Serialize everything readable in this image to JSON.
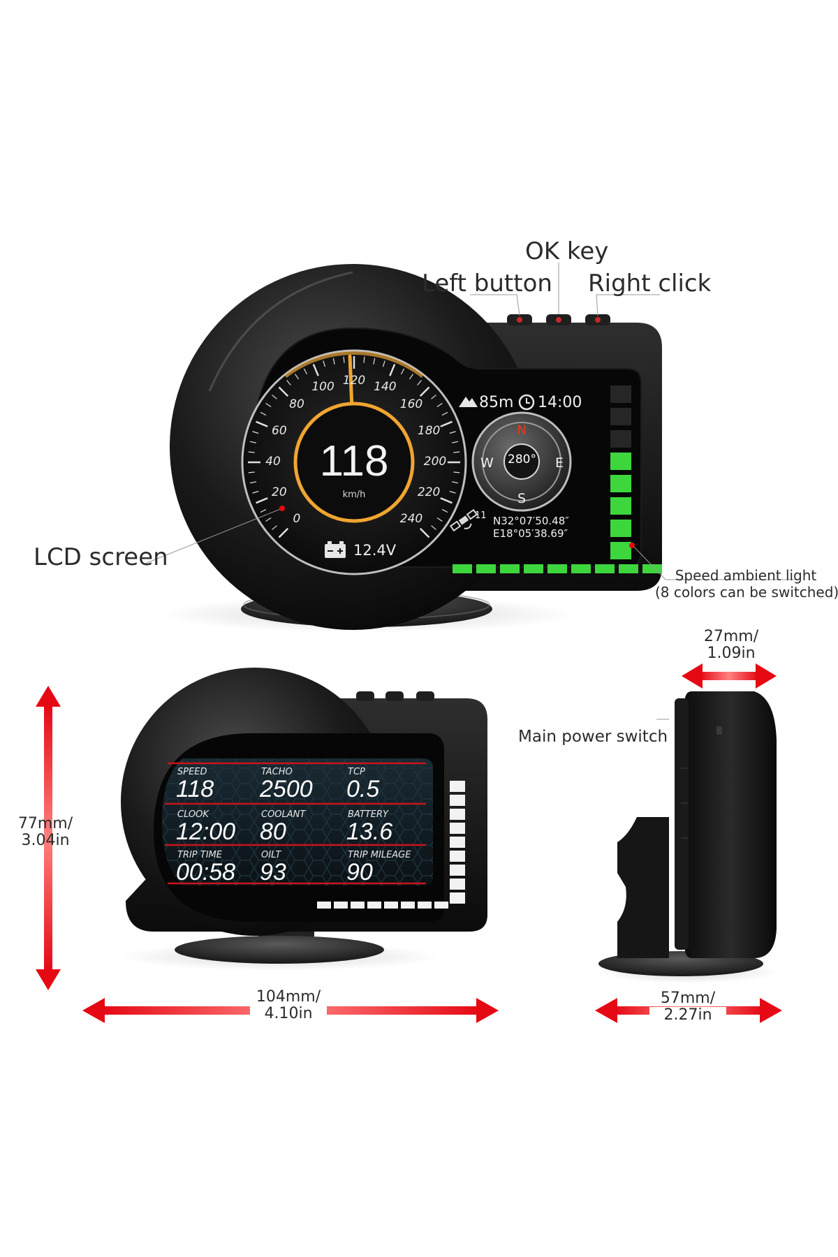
{
  "callouts": {
    "ok_key": "OK key",
    "left_button": "Left button",
    "right_click": "Right click",
    "lcd_screen": "LCD screen",
    "ambient_title": "Speed ambient light",
    "ambient_note": "(8 colors can be switched)",
    "main_power_switch": "Main power switch"
  },
  "dimensions": {
    "depth": {
      "mm": "27mm/",
      "in": "1.09in"
    },
    "height": {
      "mm": "77mm/",
      "in": "3.04in"
    },
    "width": {
      "mm": "104mm/",
      "in": "4.10in"
    },
    "base": {
      "mm": "57mm/",
      "in": "2.27in"
    }
  },
  "gauge": {
    "speed_value": "118",
    "speed_unit": "km/h",
    "voltage": "12.4V",
    "altitude": "85m",
    "clock": "14:00",
    "heading": "280°",
    "compass_n": "N",
    "compass_s": "S",
    "compass_e": "E",
    "compass_w": "W",
    "satellites": "11",
    "lat": "N32°07′50.48″",
    "lon": "E18°05′38.69″",
    "scale": [
      "0",
      "20",
      "40",
      "60",
      "80",
      "100",
      "120",
      "140",
      "160",
      "180",
      "200",
      "220",
      "240"
    ],
    "scale_min": 0,
    "scale_max": 240,
    "needle_value": 118
  },
  "obd": {
    "cells": [
      {
        "label": "SPEED",
        "value": "118"
      },
      {
        "label": "TACHO",
        "value": "2500"
      },
      {
        "label": "TCP",
        "value": "0.5"
      },
      {
        "label": "CLOOK",
        "value": "12:00"
      },
      {
        "label": "COOLANT",
        "value": "80"
      },
      {
        "label": "BATTERY",
        "value": "13.6"
      },
      {
        "label": "TRIP TIME",
        "value": "00:58"
      },
      {
        "label": "OILT",
        "value": "93"
      },
      {
        "label": "TRIP MILEAGE",
        "value": "90"
      }
    ]
  },
  "colors": {
    "accent_red": "#e50914",
    "ambient_green": "#3dd63d",
    "needle_gold": "#f0a530",
    "compass_north": "#e53b1c",
    "body_black": "#121212"
  }
}
